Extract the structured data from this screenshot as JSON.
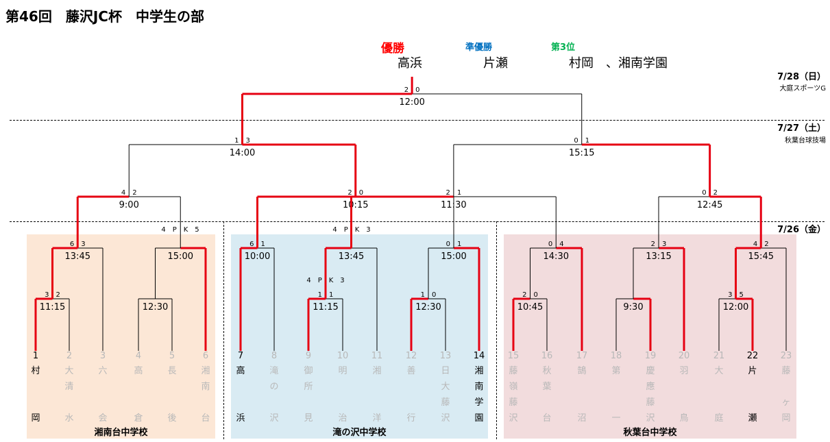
{
  "title": "第46回　藤沢JC杯　中学生の部",
  "results": {
    "champion_label": "優勝",
    "champion": "高浜",
    "runner_up_label": "準優勝",
    "runner_up": "片瀬",
    "third_label": "第3位",
    "third": "村岡　、湘南学園"
  },
  "colors": {
    "champion": "#ff0000",
    "runner_up": "#0070c0",
    "third": "#00b050",
    "win_line": "#e60012",
    "zone_a": "#fce7d6",
    "zone_b": "#d9ebf3",
    "zone_c": "#f2dcdd"
  },
  "days": [
    {
      "date": "7/28（日）",
      "venue": "大庭スポーツG"
    },
    {
      "date": "7/27（土）",
      "venue": "秋葉台球技場"
    },
    {
      "date": "7/26（金）",
      "venue": ""
    }
  ],
  "zones": [
    {
      "name": "湘南台中学校"
    },
    {
      "name": "滝の沢中学校"
    },
    {
      "name": "秋葉台中学校"
    }
  ],
  "teams": [
    {
      "num": "1",
      "name": "村　岡",
      "chars": [
        "村",
        "",
        "",
        "岡"
      ],
      "dim": false
    },
    {
      "num": "2",
      "name": "大清水",
      "chars": [
        "大",
        "清",
        "",
        "水"
      ],
      "dim": true
    },
    {
      "num": "3",
      "name": "六会",
      "chars": [
        "六",
        "",
        "",
        "会"
      ],
      "dim": true
    },
    {
      "num": "4",
      "name": "高倉",
      "chars": [
        "高",
        "",
        "",
        "倉"
      ],
      "dim": true
    },
    {
      "num": "5",
      "name": "長後",
      "chars": [
        "長",
        "",
        "",
        "後"
      ],
      "dim": true
    },
    {
      "num": "6",
      "name": "湘南台",
      "chars": [
        "湘",
        "南",
        "",
        "台"
      ],
      "dim": true
    },
    {
      "num": "7",
      "name": "高浜",
      "chars": [
        "高",
        "",
        "",
        "浜"
      ],
      "dim": false
    },
    {
      "num": "8",
      "name": "滝の沢",
      "chars": [
        "滝",
        "の",
        "",
        "沢"
      ],
      "dim": true
    },
    {
      "num": "9",
      "name": "御所見",
      "chars": [
        "御",
        "所",
        "",
        "見"
      ],
      "dim": true
    },
    {
      "num": "10",
      "name": "明治",
      "chars": [
        "明",
        "",
        "",
        "治"
      ],
      "dim": true
    },
    {
      "num": "11",
      "name": "湘洋",
      "chars": [
        "湘",
        "",
        "",
        "洋"
      ],
      "dim": true
    },
    {
      "num": "12",
      "name": "善行",
      "chars": [
        "善",
        "",
        "",
        "行"
      ],
      "dim": true
    },
    {
      "num": "13",
      "name": "日大藤沢",
      "chars": [
        "日",
        "大",
        "藤",
        "沢"
      ],
      "dim": true
    },
    {
      "num": "14",
      "name": "湘南学園",
      "chars": [
        "湘",
        "南",
        "学",
        "園"
      ],
      "dim": false
    },
    {
      "num": "15",
      "name": "藤嶺藤沢",
      "chars": [
        "藤",
        "嶺",
        "藤",
        "沢"
      ],
      "dim": true
    },
    {
      "num": "16",
      "name": "秋葉台",
      "chars": [
        "秋",
        "葉",
        "",
        "台"
      ],
      "dim": true
    },
    {
      "num": "17",
      "name": "鵠沼",
      "chars": [
        "鵠",
        "",
        "",
        "沼"
      ],
      "dim": true
    },
    {
      "num": "18",
      "name": "第一",
      "chars": [
        "第",
        "",
        "",
        "一"
      ],
      "dim": true
    },
    {
      "num": "19",
      "name": "慶應藤沢",
      "chars": [
        "慶",
        "應",
        "藤",
        "沢"
      ],
      "dim": true
    },
    {
      "num": "20",
      "name": "羽鳥",
      "chars": [
        "羽",
        "",
        "",
        "鳥"
      ],
      "dim": true
    },
    {
      "num": "21",
      "name": "大庭",
      "chars": [
        "大",
        "",
        "",
        "庭"
      ],
      "dim": true
    },
    {
      "num": "22",
      "name": "片瀬",
      "chars": [
        "片",
        "",
        "",
        "瀬"
      ],
      "dim": false
    },
    {
      "num": "23",
      "name": "藤ヶ岡",
      "chars": [
        "藤",
        "",
        "ヶ",
        "岡"
      ],
      "dim": true
    }
  ],
  "matches": [
    {
      "time": "11:15",
      "score": "3　2",
      "pk": ""
    },
    {
      "time": "12:30",
      "score": "",
      "pk": ""
    },
    {
      "time": "13:45",
      "score": "6　3",
      "pk": ""
    },
    {
      "time": "15:00",
      "score": "",
      "pk": "4　P　K　5"
    },
    {
      "time": "9:00",
      "score": "4　2",
      "pk": ""
    },
    {
      "time": "10:00",
      "score": "6　1",
      "pk": ""
    },
    {
      "time": "11:15",
      "score": "1　1",
      "pk": "4　P　K　3"
    },
    {
      "time": "13:45",
      "score": "",
      "pk": "4　P　K　3"
    },
    {
      "time": "12:30",
      "score": "1　0",
      "pk": ""
    },
    {
      "time": "15:00",
      "score": "0　1",
      "pk": ""
    },
    {
      "time": "10:15",
      "score": "2　0",
      "pk": ""
    },
    {
      "time": "14:00",
      "score": "1　3",
      "pk": ""
    },
    {
      "time": "10:45",
      "score": "2　0",
      "pk": ""
    },
    {
      "time": "14:30",
      "score": "0　4",
      "pk": ""
    },
    {
      "time": "9:30",
      "score": "",
      "pk": ""
    },
    {
      "time": "13:15",
      "score": "2　3",
      "pk": ""
    },
    {
      "time": "12:00",
      "score": "3　5",
      "pk": ""
    },
    {
      "time": "15:45",
      "score": "4　2",
      "pk": ""
    },
    {
      "time": "11:30",
      "score": "2　1",
      "pk": ""
    },
    {
      "time": "12:45",
      "score": "0　2",
      "pk": ""
    },
    {
      "time": "15:15",
      "score": "0　1",
      "pk": ""
    },
    {
      "time": "12:00",
      "score": "2　0",
      "pk": ""
    }
  ]
}
